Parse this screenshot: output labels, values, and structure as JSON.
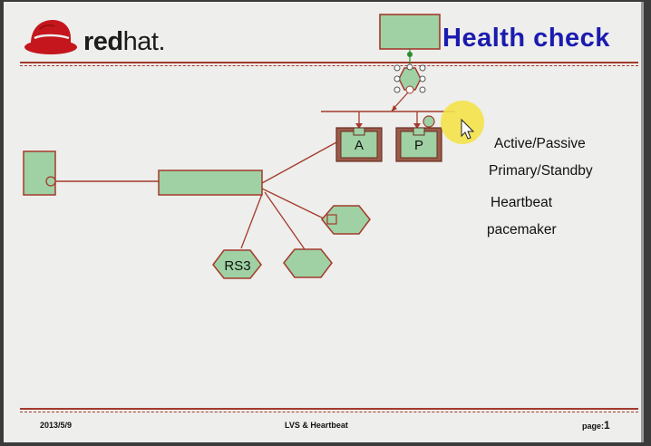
{
  "header": {
    "logo_text_bold": "red",
    "logo_text_regular": "hat.",
    "title": "Health check"
  },
  "diagram": {
    "node_active_label": "A",
    "node_passive_label": "P",
    "node_rs3_label": "RS3"
  },
  "side_notes": [
    "Active/Passive",
    "Primary/Standby",
    "Heartbeat",
    "pacemaker"
  ],
  "footer": {
    "date": "2013/5/9",
    "center": "LVS & Heartbeat",
    "page_label": "page:",
    "page_number": "1"
  },
  "colors": {
    "accent_red": "#a33a2c",
    "box_green": "#9fd1a4",
    "title_blue": "#1b1bb0",
    "cursor_highlight": "#f3e24a"
  }
}
